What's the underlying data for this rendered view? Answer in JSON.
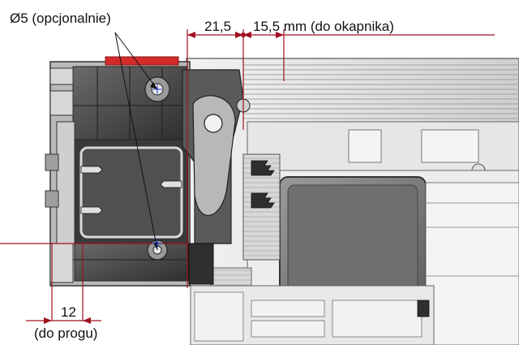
{
  "annotations": {
    "hole_label": "Ø5 (opcjonalnie)",
    "dim_left": "21,5",
    "dim_right": "15,5 mm (do okapnika)",
    "dim_bottom_value": "12",
    "dim_bottom_note": "(do progu)"
  },
  "colors": {
    "dimension_line": "#a01020",
    "profile_dark": "#3a3a3a",
    "profile_mid": "#8e8e8e",
    "profile_light": "#dcdcdc",
    "seal_red": "#d42a2a"
  }
}
